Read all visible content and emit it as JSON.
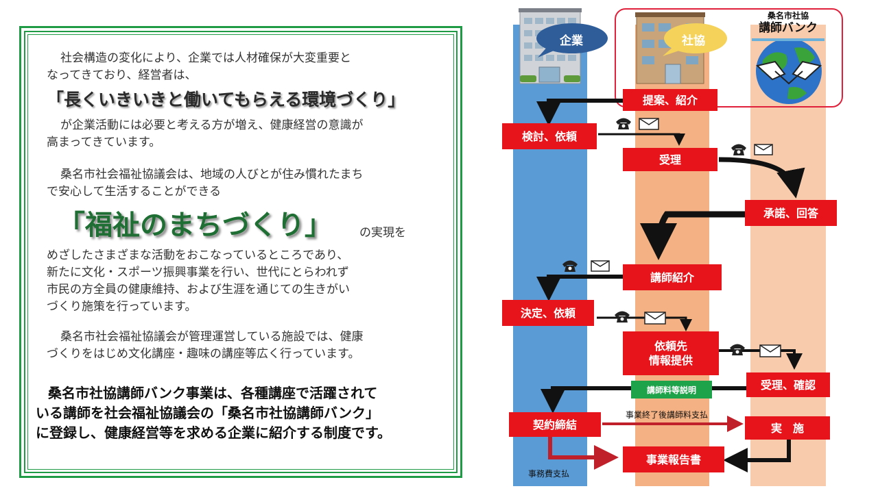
{
  "left_panel": {
    "para1": [
      "社会構造の変化により、企業では人材確保が大変重要と",
      "なってきており、経営者は、"
    ],
    "slogan1": "「長くいきいきと働いてもらえる環境づくり」",
    "para2": [
      "が企業活動には必要と考える方が増え、健康経営の意識が",
      "高まってきています。"
    ],
    "para3": [
      "桑名市社会福祉協議会は、地域の人びとが住み慣れたまち",
      "で安心して生活することができる"
    ],
    "slogan2": "「福祉のまちづくり」",
    "slogan2_tail": "の実現を",
    "para4": [
      "めざしたさまざまな活動をおこなっているところであり、",
      "新たに文化・スポーツ振興事業を行い、世代にとらわれず",
      "市民の方全員の健康維持、および生涯を通じての生きがい",
      "づくり施策を行っています。"
    ],
    "para5": [
      "桑名市社会福祉協議会が管理運営している施設では、健康",
      "づくりをはじめ文化講座・趣味の講座等広く行っています。"
    ],
    "summary": [
      "桑名市社協講師バンク事業は、各種講座で活躍されて",
      "いる講師を社会福祉協議会の「桑名市社協講師バンク」",
      "に登録し、健康経営等を求める企業に紹介する制度です。"
    ]
  },
  "diagram": {
    "actors": {
      "company": "企業",
      "council": "社協",
      "bank_line1": "桑名市社協",
      "bank_line2": "講師バンク"
    },
    "steps": {
      "propose": "提案、紹介",
      "consider": "検討、依頼",
      "accept": "受理",
      "agree": "承諾、回答",
      "introduce": "講師紹介",
      "decide": "決定、依頼",
      "info_line1": "依頼先",
      "info_line2": "情報提供",
      "confirm": "受理、確認",
      "fee_explain": "講師料等説明",
      "contract": "契約締結",
      "implement": "実　施",
      "report": "事業報告書"
    },
    "notes": {
      "fee_after": "事業終了後講師料支払",
      "expense": "事務費支払"
    },
    "colors": {
      "company_column": "#5b9bd5",
      "council_column": "#f4b183",
      "bank_column": "#f8cbad",
      "step_box": "#e8141b",
      "fee_box": "#1fa34a",
      "frame_border": "#1f9a45"
    }
  }
}
